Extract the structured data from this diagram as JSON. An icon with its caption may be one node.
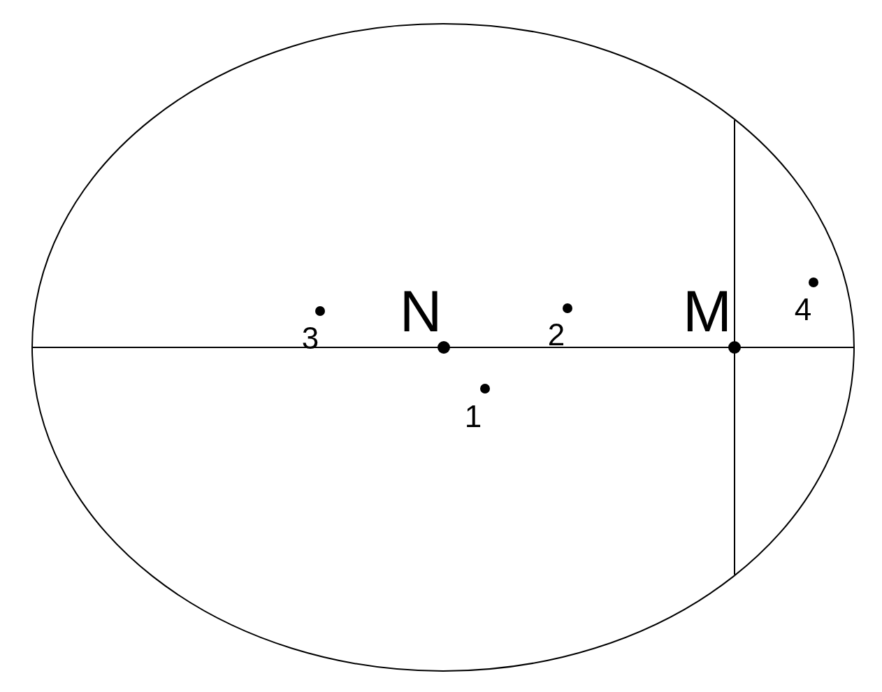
{
  "diagram": {
    "labels": [
      "3",
      "N",
      "2",
      "M",
      "4",
      "1"
    ]
  }
}
